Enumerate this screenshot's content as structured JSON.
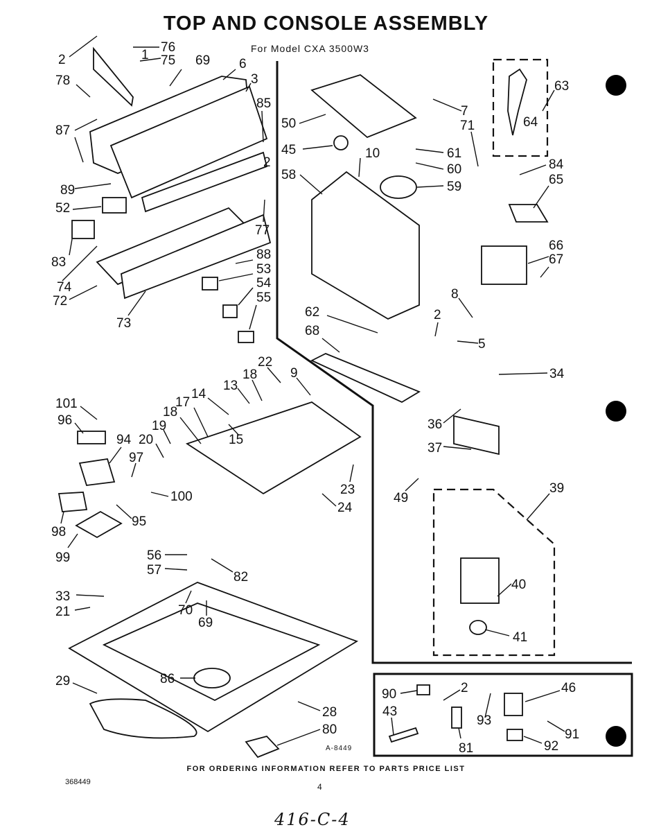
{
  "title": "TOP AND CONSOLE ASSEMBLY",
  "subtitle": "For Model  CXA 3500W3",
  "footer": "FOR ORDERING INFORMATION REFER TO PARTS PRICE LIST",
  "doc_number": "368449",
  "page_number": "4",
  "art_code": "A-8449",
  "handwritten_note": "416-C-4",
  "callouts": [
    {
      "name": "callout-76",
      "text": "76"
    },
    {
      "name": "callout-2-a",
      "text": "2"
    },
    {
      "name": "callout-1",
      "text": "1"
    },
    {
      "name": "callout-75",
      "text": "75"
    },
    {
      "name": "callout-69-a",
      "text": "69"
    },
    {
      "name": "callout-6",
      "text": "6"
    },
    {
      "name": "callout-3",
      "text": "3"
    },
    {
      "name": "callout-78",
      "text": "78"
    },
    {
      "name": "callout-85",
      "text": "85"
    },
    {
      "name": "callout-87",
      "text": "87"
    },
    {
      "name": "callout-2-b",
      "text": "2"
    },
    {
      "name": "callout-89",
      "text": "89"
    },
    {
      "name": "callout-52",
      "text": "52"
    },
    {
      "name": "callout-77",
      "text": "77"
    },
    {
      "name": "callout-83",
      "text": "83"
    },
    {
      "name": "callout-88",
      "text": "88"
    },
    {
      "name": "callout-53",
      "text": "53"
    },
    {
      "name": "callout-74",
      "text": "74"
    },
    {
      "name": "callout-72",
      "text": "72"
    },
    {
      "name": "callout-54",
      "text": "54"
    },
    {
      "name": "callout-55",
      "text": "55"
    },
    {
      "name": "callout-73",
      "text": "73"
    },
    {
      "name": "callout-50",
      "text": "50"
    },
    {
      "name": "callout-7",
      "text": "7"
    },
    {
      "name": "callout-71",
      "text": "71"
    },
    {
      "name": "callout-45",
      "text": "45"
    },
    {
      "name": "callout-10",
      "text": "10"
    },
    {
      "name": "callout-61",
      "text": "61"
    },
    {
      "name": "callout-60",
      "text": "60"
    },
    {
      "name": "callout-58",
      "text": "58"
    },
    {
      "name": "callout-59",
      "text": "59"
    },
    {
      "name": "callout-63",
      "text": "63"
    },
    {
      "name": "callout-64",
      "text": "64"
    },
    {
      "name": "callout-84",
      "text": "84"
    },
    {
      "name": "callout-65",
      "text": "65"
    },
    {
      "name": "callout-66",
      "text": "66"
    },
    {
      "name": "callout-67",
      "text": "67"
    },
    {
      "name": "callout-8",
      "text": "8"
    },
    {
      "name": "callout-62",
      "text": "62"
    },
    {
      "name": "callout-68",
      "text": "68"
    },
    {
      "name": "callout-2-c",
      "text": "2"
    },
    {
      "name": "callout-5",
      "text": "5"
    },
    {
      "name": "callout-34",
      "text": "34"
    },
    {
      "name": "callout-22",
      "text": "22"
    },
    {
      "name": "callout-18-a",
      "text": "18"
    },
    {
      "name": "callout-9",
      "text": "9"
    },
    {
      "name": "callout-13",
      "text": "13"
    },
    {
      "name": "callout-14",
      "text": "14"
    },
    {
      "name": "callout-17",
      "text": "17"
    },
    {
      "name": "callout-18-b",
      "text": "18"
    },
    {
      "name": "callout-15",
      "text": "15"
    },
    {
      "name": "callout-19",
      "text": "19"
    },
    {
      "name": "callout-20",
      "text": "20"
    },
    {
      "name": "callout-101",
      "text": "101"
    },
    {
      "name": "callout-96",
      "text": "96"
    },
    {
      "name": "callout-94",
      "text": "94"
    },
    {
      "name": "callout-97",
      "text": "97"
    },
    {
      "name": "callout-100",
      "text": "100"
    },
    {
      "name": "callout-95",
      "text": "95"
    },
    {
      "name": "callout-98",
      "text": "98"
    },
    {
      "name": "callout-99",
      "text": "99"
    },
    {
      "name": "callout-36",
      "text": "36"
    },
    {
      "name": "callout-37",
      "text": "37"
    },
    {
      "name": "callout-23",
      "text": "23"
    },
    {
      "name": "callout-24",
      "text": "24"
    },
    {
      "name": "callout-49",
      "text": "49"
    },
    {
      "name": "callout-39",
      "text": "39"
    },
    {
      "name": "callout-56",
      "text": "56"
    },
    {
      "name": "callout-57",
      "text": "57"
    },
    {
      "name": "callout-82",
      "text": "82"
    },
    {
      "name": "callout-33",
      "text": "33"
    },
    {
      "name": "callout-21",
      "text": "21"
    },
    {
      "name": "callout-70",
      "text": "70"
    },
    {
      "name": "callout-69-b",
      "text": "69"
    },
    {
      "name": "callout-40",
      "text": "40"
    },
    {
      "name": "callout-41",
      "text": "41"
    },
    {
      "name": "callout-86",
      "text": "86"
    },
    {
      "name": "callout-29",
      "text": "29"
    },
    {
      "name": "callout-28",
      "text": "28"
    },
    {
      "name": "callout-80",
      "text": "80"
    },
    {
      "name": "callout-90",
      "text": "90"
    },
    {
      "name": "callout-2-d",
      "text": "2"
    },
    {
      "name": "callout-46",
      "text": "46"
    },
    {
      "name": "callout-43",
      "text": "43"
    },
    {
      "name": "callout-93",
      "text": "93"
    },
    {
      "name": "callout-91",
      "text": "91"
    },
    {
      "name": "callout-81",
      "text": "81"
    },
    {
      "name": "callout-92",
      "text": "92"
    }
  ]
}
